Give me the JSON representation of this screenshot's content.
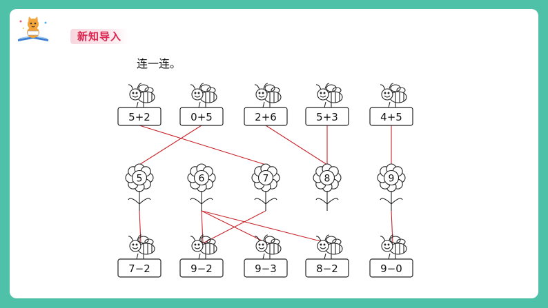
{
  "header": {
    "section_title": "新知导入",
    "icons": [
      "cat-reading-icon",
      "book-icon"
    ]
  },
  "exercise": {
    "instruction": "连一连。",
    "top_bees": [
      "5+2",
      "0+5",
      "2+6",
      "5+3",
      "4+5"
    ],
    "flowers": [
      "5",
      "6",
      "7",
      "8",
      "9"
    ],
    "bottom_bees": [
      "7−2",
      "9−2",
      "9−3",
      "8−2",
      "9−0"
    ],
    "top_links": [
      [
        0,
        2
      ],
      [
        1,
        0
      ],
      [
        2,
        3
      ],
      [
        3,
        3
      ],
      [
        4,
        4
      ]
    ],
    "bottom_links": [
      [
        0,
        0
      ],
      [
        1,
        1
      ],
      [
        1,
        2
      ],
      [
        1,
        3
      ],
      [
        2,
        1
      ],
      [
        4,
        4
      ]
    ]
  },
  "colors": {
    "frame": "#4fc1a9",
    "accent": "#d9254f",
    "line": "#c8242b"
  }
}
